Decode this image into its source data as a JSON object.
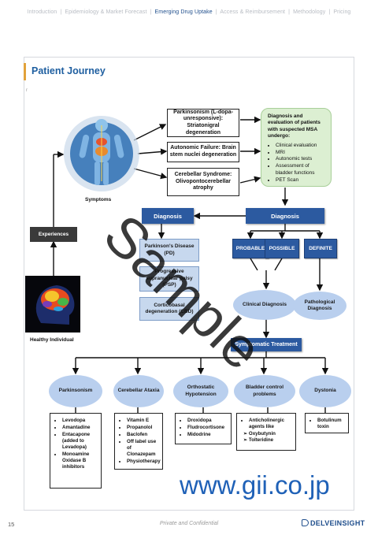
{
  "nav": {
    "intro": "Introduction",
    "epi": "Epidemiology & Market Forecast",
    "emerging": "Emerging Drug Uptake",
    "access": "Access & Reimbursement",
    "method": "Methodology",
    "pricing": "Pricing",
    "sep": "|"
  },
  "page_title": "Patient Journey",
  "stray_mark": "r",
  "symptoms_label": "Symptoms",
  "symptom_boxes": [
    "Parkinsonism (L-dopa-unresponsive): Striatonigral degeneration",
    "Autonomic Failure: Brain stem nuclei degeneration",
    "Cerebellar Syndrome: Olivopontocerebellar atrophy"
  ],
  "diag_eval": {
    "title": "Diagnosis and evaluation of patients with suspected MSA undergo:",
    "items": [
      "Clinical evaluation",
      "MRI",
      "Autonomic tests",
      "Assessment of bladder functions",
      "PET Scan"
    ]
  },
  "experiences": "Experiences",
  "healthy": "Healthy Individual",
  "diagnosis_left": "Diagnosis",
  "diagnosis_right": "Diagnosis",
  "differentials": [
    "Parkinson's Disease (PD)",
    "Progressive supranuclear palsy (PSP)",
    "Corticobasal degeneration (CBD)"
  ],
  "certainty": [
    "PROBABLE",
    "POSSIBLE",
    "DEFINITE"
  ],
  "oval_clinical": "Clinical Diagnosis",
  "oval_pathological": "Pathological Diagnosis",
  "symptomatic_treatment": "Symptomatic Treatment",
  "categories": [
    "Parkinsonism",
    "Cerebellar Ataxia",
    "Orthostatic Hypotension",
    "Bladder control problems",
    "Dystonia"
  ],
  "treatments": {
    "parkinsonism": [
      "Levodopa",
      "Amantadine",
      "Entacapone (added to Levadopa)",
      "Monoamine Oxidase B inhibitors"
    ],
    "ataxia": [
      "Vitamin E",
      "Propanolol",
      "Baclofen",
      "Off label use of Clonazepam",
      "Physiotherapy"
    ],
    "hypotension": [
      "Droxidopa",
      "Fludrocortisone",
      "Midodrine"
    ],
    "bladder": {
      "main": "Anticholinergic agents like",
      "subs": [
        "Oxybutynin",
        "Tolteridine"
      ]
    },
    "dystonia": [
      "Botulinum toxin"
    ]
  },
  "watermark": "Sample",
  "url": "www.gii.co.jp",
  "footer": {
    "page": "15",
    "confidential": "Private and Confidential",
    "logo": "DELVEINSIGHT"
  },
  "colors": {
    "accent": "#1f5fa0",
    "diagnosis_dark": "#2c5aa0",
    "oval_fill": "#b9cfee",
    "green_box": "#dcefd2",
    "url": "#1f61b7"
  }
}
